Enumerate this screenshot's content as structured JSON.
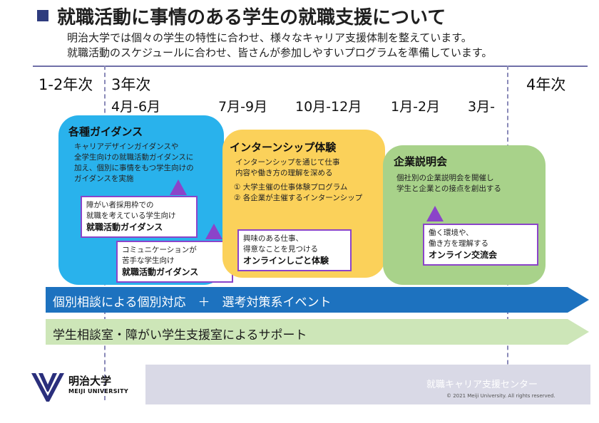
{
  "header": {
    "title": "就職活動に事情のある学生の就職支援について",
    "subtitle_lines": [
      "明治大学では個々の学生の特性に合わせ、様々なキャリア支援体制を整えています。",
      "就職活動のスケジュールに合わせ、皆さんが参加しやすいプログラムを準備しています。"
    ]
  },
  "timeline": {
    "grades": [
      "1-2年次",
      "3年次",
      "4年次"
    ],
    "months": [
      "4月-6月",
      "7月-9月",
      "10月-12月",
      "1月-2月",
      "3月-"
    ]
  },
  "guidance": {
    "title": "各種ガイダンス",
    "lines": [
      "キャリアデザインガイダンスや",
      "全学生向けの就職活動ガイダンスに",
      "加え、個別に事情をもつ学生向けの",
      "ガイダンスを実施"
    ],
    "callout1": {
      "lines": [
        "障がい者採用枠での",
        "就職を考えている学生向け"
      ],
      "bold": "就職活動ガイダンス"
    },
    "callout2": {
      "lines": [
        "コミュニケーションが",
        "苦手な学生向け"
      ],
      "bold": "就職活動ガイダンス"
    }
  },
  "internship": {
    "title": "インターンシップ体験",
    "lines": [
      "インターンシップを通じて仕事",
      "内容や働き方の理解を深める"
    ],
    "items": [
      "① 大学主催の仕事体験プログラム",
      "② 各企業が主催するインターンシップ"
    ],
    "callout": {
      "lines": [
        "興味のある仕事、",
        "得意なことを見つける"
      ],
      "bold": "オンラインしごと体験"
    }
  },
  "company": {
    "title": "企業説明会",
    "lines": [
      "個社別の企業説明会を開催し",
      "学生と企業との接点を創出する"
    ],
    "callout": {
      "lines": [
        "働く環境や、",
        "働き方を理解する"
      ],
      "bold": "オンライン交流会"
    }
  },
  "arrows": {
    "blue": "個別相談による個別対応　＋　選考対策系イベント",
    "green": "学生相談室・障がい学生支援室によるサポート"
  },
  "footer": {
    "logo_jp": "明治大学",
    "logo_en": "MEIJI UNIVERSITY",
    "center": "就職キャリア支援センター",
    "copyright": "© 2021 Meiji University. All rights reserved."
  },
  "colors": {
    "title_square": "#2e3c7e",
    "guidance_box": "#29b2ec",
    "internship_box": "#fbd15a",
    "company_box": "#a8d28a",
    "callout_border": "#8b44c9",
    "blue_arrow": "#1d72bf",
    "green_arrow": "#cde6b8",
    "footer_band": "#d9d9e6"
  }
}
